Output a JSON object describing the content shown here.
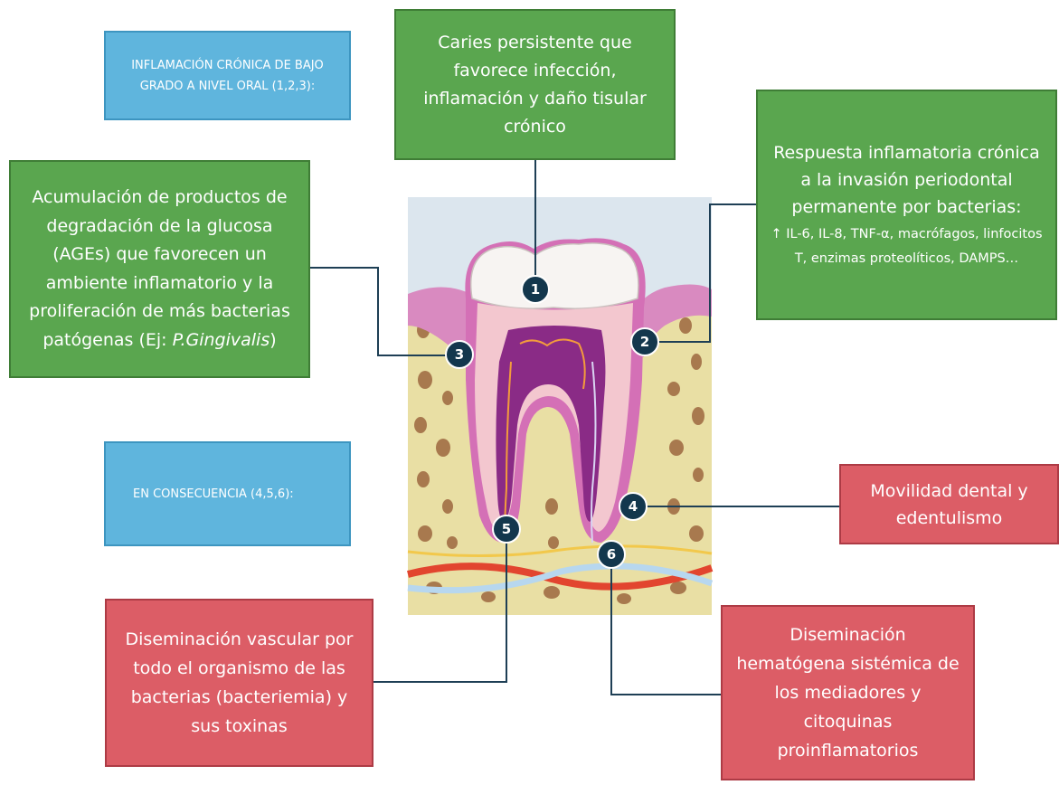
{
  "boxes": {
    "caries": "Caries persistente que favorece infección, inflamación y daño tisular crónico",
    "perio_title": "Respuesta inflamatoria crónica a la invasión periodontal permanente por bacterias:",
    "perio_detail": "↑ IL-6, IL-8, TNF-α, macrófagos, linfocitos T, enzimas proteolíticos, DAMPS…",
    "ages_text": "Acumulación de productos de degradación de la glucosa (AGEs) que favorecen un ambiente inflamatorio y la proliferación de más bacterias patógenas (Ej: ",
    "ages_italic": "P.Gingivalis",
    "ages_close": ")",
    "inflamacion": "INFLAMACIÓN CRÓNICA DE BAJO GRADO A NIVEL ORAL (1,2,3):",
    "consecuencia": "EN CONSECUENCIA (4,5,6):",
    "movilidad": "Movilidad dental y edentulismo",
    "vascular": "Diseminación vascular por todo el organismo de las bacterias (bacteriemia) y sus toxinas",
    "hematogena": "Diseminación hematógena sistémica de los mediadores y citoquinas proinflamatorios"
  },
  "markers": [
    "1",
    "2",
    "3",
    "4",
    "5",
    "6"
  ],
  "colors": {
    "green": "#5aa64f",
    "red": "#dc5d66",
    "blue": "#5fb5dd",
    "marker": "#13374d",
    "connector": "#1e3f55"
  }
}
